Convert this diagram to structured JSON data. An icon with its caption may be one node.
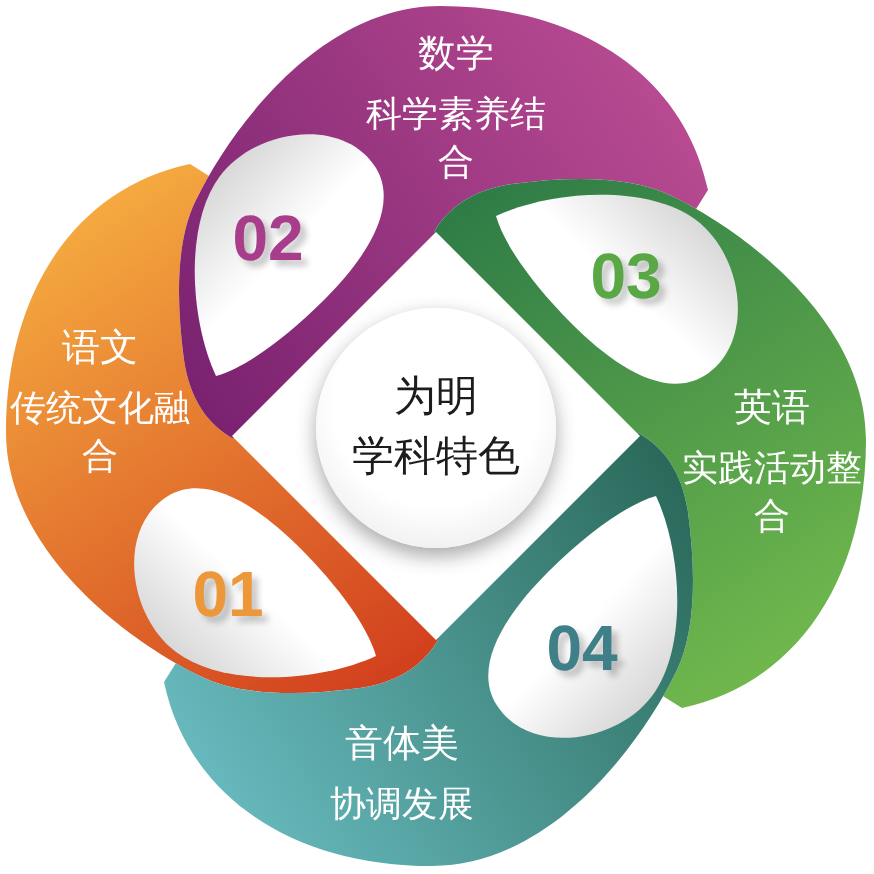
{
  "diagram": {
    "nodes": [
      {
        "text": [
          "为明",
          "学科特色"
        ]
      },
      {
        "text": [
          "语文",
          "传统文化融合"
        ]
      },
      {
        "text": [
          "01"
        ],
        "in": 1
      },
      {
        "text": [
          "数学",
          "科学素养结合"
        ]
      },
      {
        "text": [
          "02"
        ],
        "in": 3
      },
      {
        "text": [
          "英语",
          "实践活动整合"
        ]
      },
      {
        "text": [
          "03"
        ],
        "in": 5
      },
      {
        "text": [
          "音体美",
          "协调发展"
        ]
      },
      {
        "text": [
          "04"
        ],
        "in": 7
      }
    ]
  }
}
